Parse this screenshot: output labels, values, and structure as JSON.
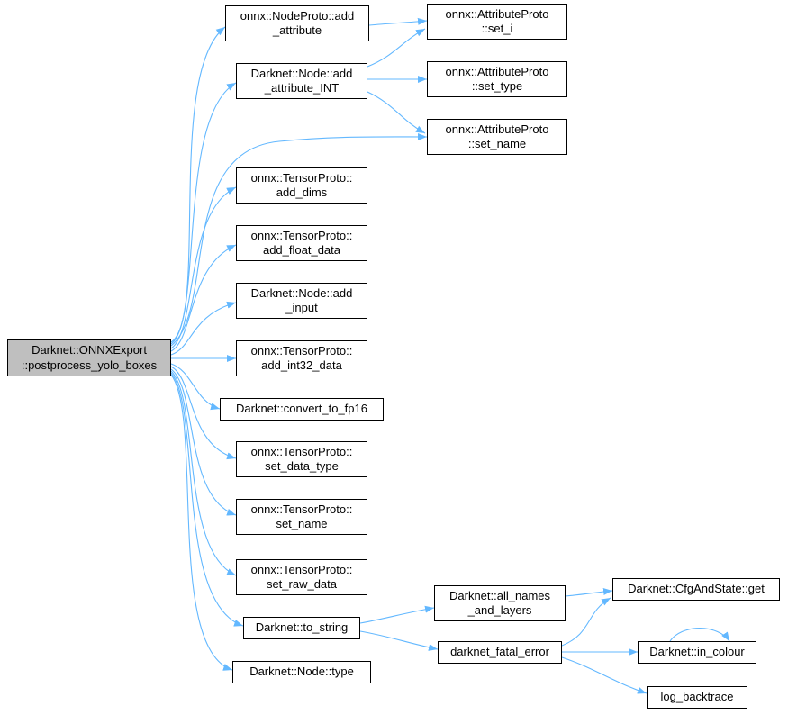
{
  "graph": {
    "type": "doxygen-call-graph",
    "colors": {
      "background": "#ffffff",
      "edge": "#63b8ff",
      "node-border": "#000000",
      "node-fill": "#ffffff",
      "main-fill": "#bfbfbf",
      "text": "#000000"
    },
    "nodes": [
      {
        "id": "postprocess_yolo_boxes",
        "label": "Darknet::ONNXExport\n::postprocess_yolo_boxes"
      },
      {
        "id": "nodeproto_add_attribute",
        "label": "onnx::NodeProto::add\n_attribute"
      },
      {
        "id": "node_add_attribute_int",
        "label": "Darknet::Node::add\n_attribute_INT"
      },
      {
        "id": "attributeproto_set_i",
        "label": "onnx::AttributeProto\n::set_i"
      },
      {
        "id": "attributeproto_set_type",
        "label": "onnx::AttributeProto\n::set_type"
      },
      {
        "id": "attributeproto_set_name",
        "label": "onnx::AttributeProto\n::set_name"
      },
      {
        "id": "tensorproto_add_dims",
        "label": "onnx::TensorProto::\nadd_dims"
      },
      {
        "id": "tensorproto_add_float_data",
        "label": "onnx::TensorProto::\nadd_float_data"
      },
      {
        "id": "node_add_input",
        "label": "Darknet::Node::add\n_input"
      },
      {
        "id": "tensorproto_add_int32_data",
        "label": "onnx::TensorProto::\nadd_int32_data"
      },
      {
        "id": "convert_to_fp16",
        "label": "Darknet::convert_to_fp16"
      },
      {
        "id": "tensorproto_set_data_type",
        "label": "onnx::TensorProto::\nset_data_type"
      },
      {
        "id": "tensorproto_set_name",
        "label": "onnx::TensorProto::\nset_name"
      },
      {
        "id": "tensorproto_set_raw_data",
        "label": "onnx::TensorProto::\nset_raw_data"
      },
      {
        "id": "to_string",
        "label": "Darknet::to_string"
      },
      {
        "id": "node_type",
        "label": "Darknet::Node::type"
      },
      {
        "id": "all_names_and_layers",
        "label": "Darknet::all_names\n_and_layers"
      },
      {
        "id": "darknet_fatal_error",
        "label": "darknet_fatal_error"
      },
      {
        "id": "cfgandstate_get",
        "label": "Darknet::CfgAndState::get"
      },
      {
        "id": "in_colour",
        "label": "Darknet::in_colour"
      },
      {
        "id": "log_backtrace",
        "label": "log_backtrace"
      }
    ],
    "edges": [
      {
        "from": "postprocess_yolo_boxes",
        "to": "nodeproto_add_attribute"
      },
      {
        "from": "postprocess_yolo_boxes",
        "to": "node_add_attribute_int"
      },
      {
        "from": "postprocess_yolo_boxes",
        "to": "attributeproto_set_name"
      },
      {
        "from": "postprocess_yolo_boxes",
        "to": "tensorproto_add_dims"
      },
      {
        "from": "postprocess_yolo_boxes",
        "to": "tensorproto_add_float_data"
      },
      {
        "from": "postprocess_yolo_boxes",
        "to": "node_add_input"
      },
      {
        "from": "postprocess_yolo_boxes",
        "to": "tensorproto_add_int32_data"
      },
      {
        "from": "postprocess_yolo_boxes",
        "to": "convert_to_fp16"
      },
      {
        "from": "postprocess_yolo_boxes",
        "to": "tensorproto_set_data_type"
      },
      {
        "from": "postprocess_yolo_boxes",
        "to": "tensorproto_set_name"
      },
      {
        "from": "postprocess_yolo_boxes",
        "to": "tensorproto_set_raw_data"
      },
      {
        "from": "postprocess_yolo_boxes",
        "to": "to_string"
      },
      {
        "from": "postprocess_yolo_boxes",
        "to": "node_type"
      },
      {
        "from": "nodeproto_add_attribute",
        "to": "attributeproto_set_i"
      },
      {
        "from": "node_add_attribute_int",
        "to": "attributeproto_set_i"
      },
      {
        "from": "node_add_attribute_int",
        "to": "attributeproto_set_type"
      },
      {
        "from": "node_add_attribute_int",
        "to": "attributeproto_set_name"
      },
      {
        "from": "to_string",
        "to": "all_names_and_layers"
      },
      {
        "from": "to_string",
        "to": "darknet_fatal_error"
      },
      {
        "from": "all_names_and_layers",
        "to": "cfgandstate_get"
      },
      {
        "from": "darknet_fatal_error",
        "to": "cfgandstate_get"
      },
      {
        "from": "darknet_fatal_error",
        "to": "in_colour"
      },
      {
        "from": "darknet_fatal_error",
        "to": "log_backtrace"
      },
      {
        "from": "in_colour",
        "to": "in_colour"
      }
    ]
  }
}
